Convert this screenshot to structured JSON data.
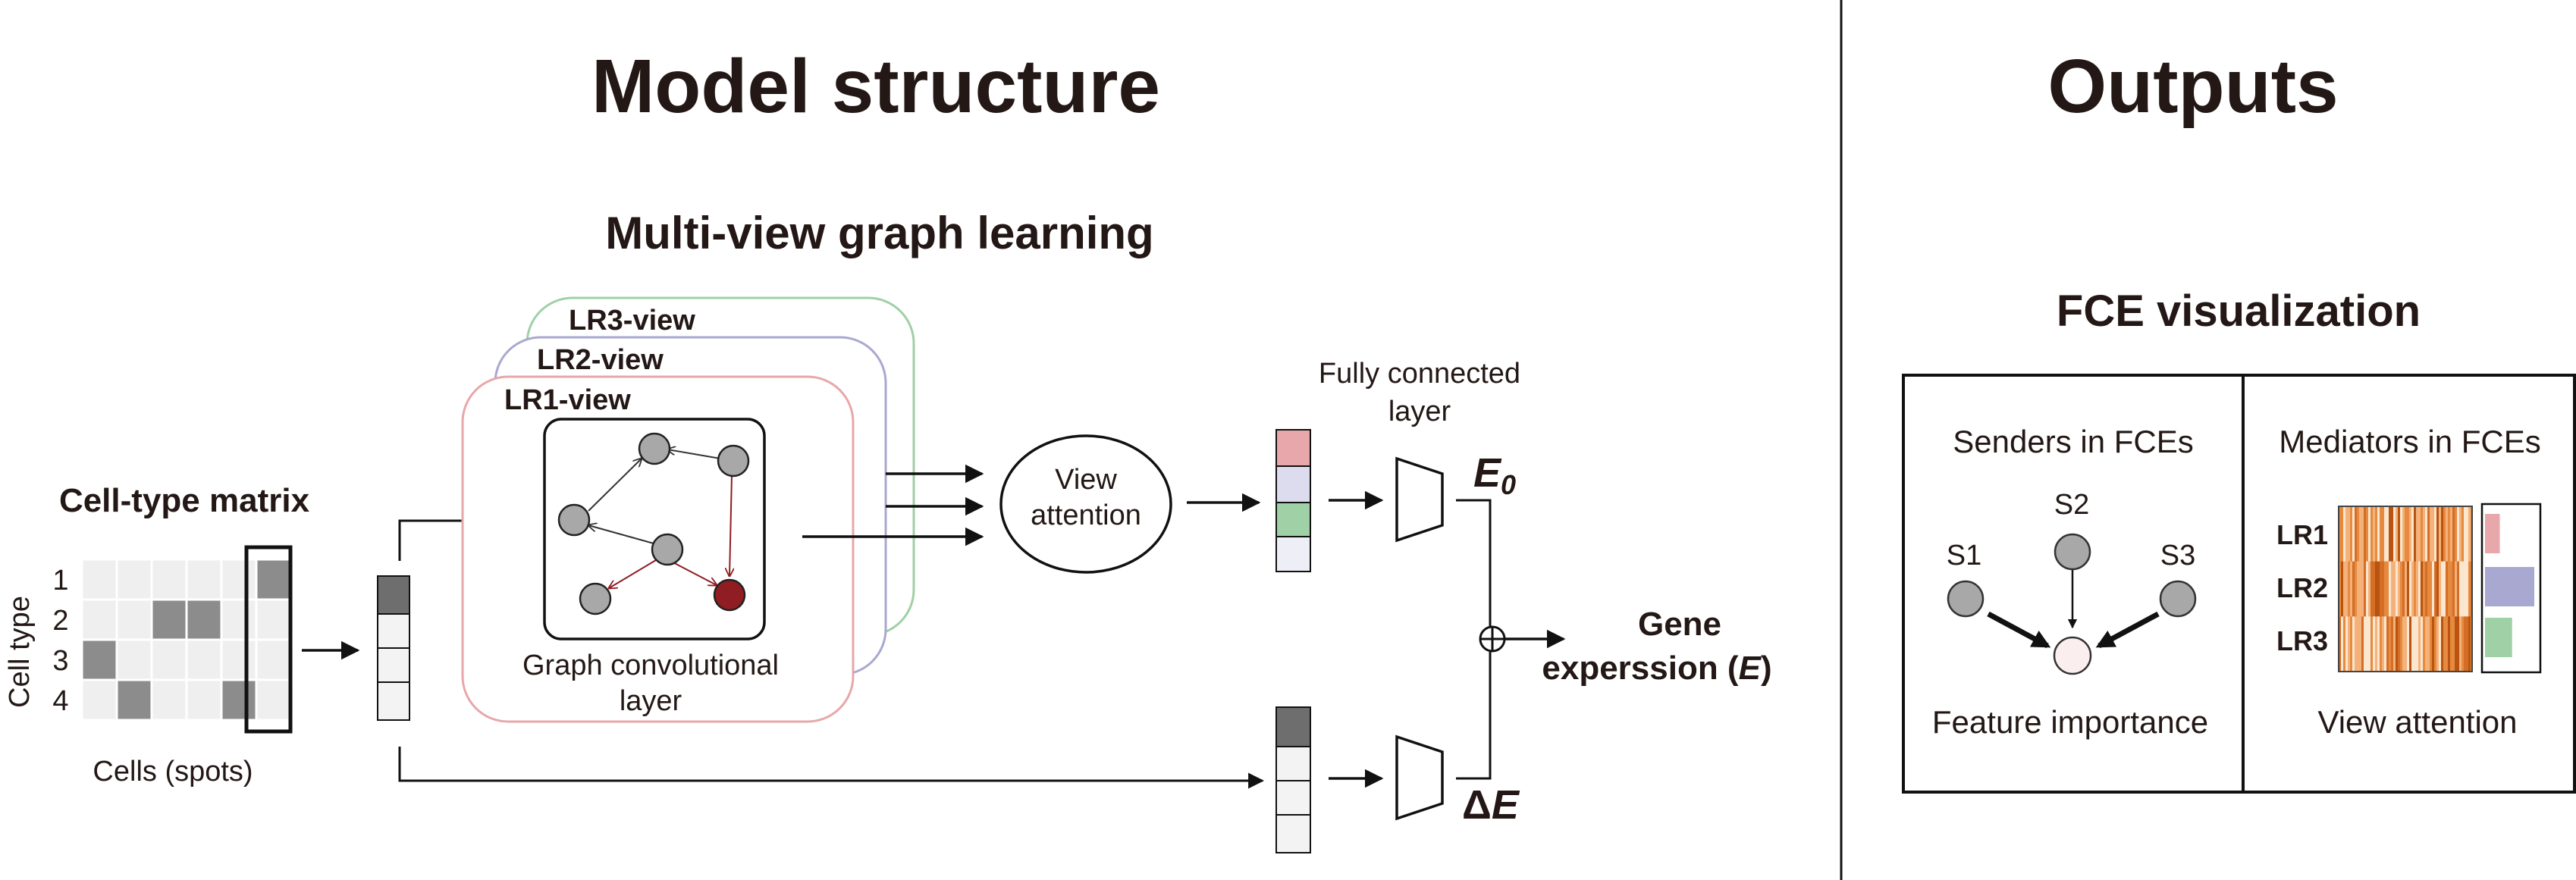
{
  "sections": {
    "model_title": "Model structure",
    "outputs_title": "Outputs"
  },
  "cell_type_matrix": {
    "title": "Cell-type matrix",
    "y_label": "Cell type",
    "x_label": "Cells (spots)",
    "row_labels": [
      "1",
      "2",
      "3",
      "4"
    ],
    "grid": [
      [
        0,
        0,
        0,
        0,
        0,
        1
      ],
      [
        0,
        0,
        1,
        1,
        0,
        0
      ],
      [
        1,
        0,
        0,
        0,
        0,
        0
      ],
      [
        0,
        1,
        0,
        0,
        1,
        0
      ]
    ],
    "highlight_column": 5
  },
  "graph_learning": {
    "title": "Multi-view graph learning",
    "views": [
      "LR3-view",
      "LR2-view",
      "LR1-view"
    ],
    "layer_label_line1": "Graph convolutional",
    "layer_label_line2": "layer"
  },
  "view_attention": {
    "line1": "View",
    "line2": "attention"
  },
  "fc_layer": {
    "line1": "Fully connected",
    "line2": "layer"
  },
  "outputs": {
    "e0_main": "E",
    "e0_sub": "0",
    "delta_symbol": "Δ",
    "delta_letter": "E",
    "gene_line1": "Gene",
    "gene_line2_prefix": "experssion (",
    "gene_line2_symbol": "E",
    "gene_line2_suffix": ")"
  },
  "fce": {
    "title": "FCE visualization",
    "senders_title": "Senders in FCEs",
    "mediators_title": "Mediators in FCEs",
    "sender_nodes": [
      "S1",
      "S2",
      "S3"
    ],
    "feature_label": "Feature importance",
    "view_label": "View attention",
    "lr_labels": [
      "LR1",
      "LR2",
      "LR3"
    ],
    "attention_values": [
      0.3,
      1.0,
      0.55
    ]
  },
  "colors": {
    "lr1": "#e8a7aa",
    "lr2": "#a9a8d0",
    "lr3": "#9fd0a6",
    "node_gray": "#a8a8a8",
    "node_dark_red": "#8f1d22",
    "heat_orange": "#e58a3f",
    "cell_gray": "#8c8c8c",
    "cell_light": "#efefef"
  }
}
